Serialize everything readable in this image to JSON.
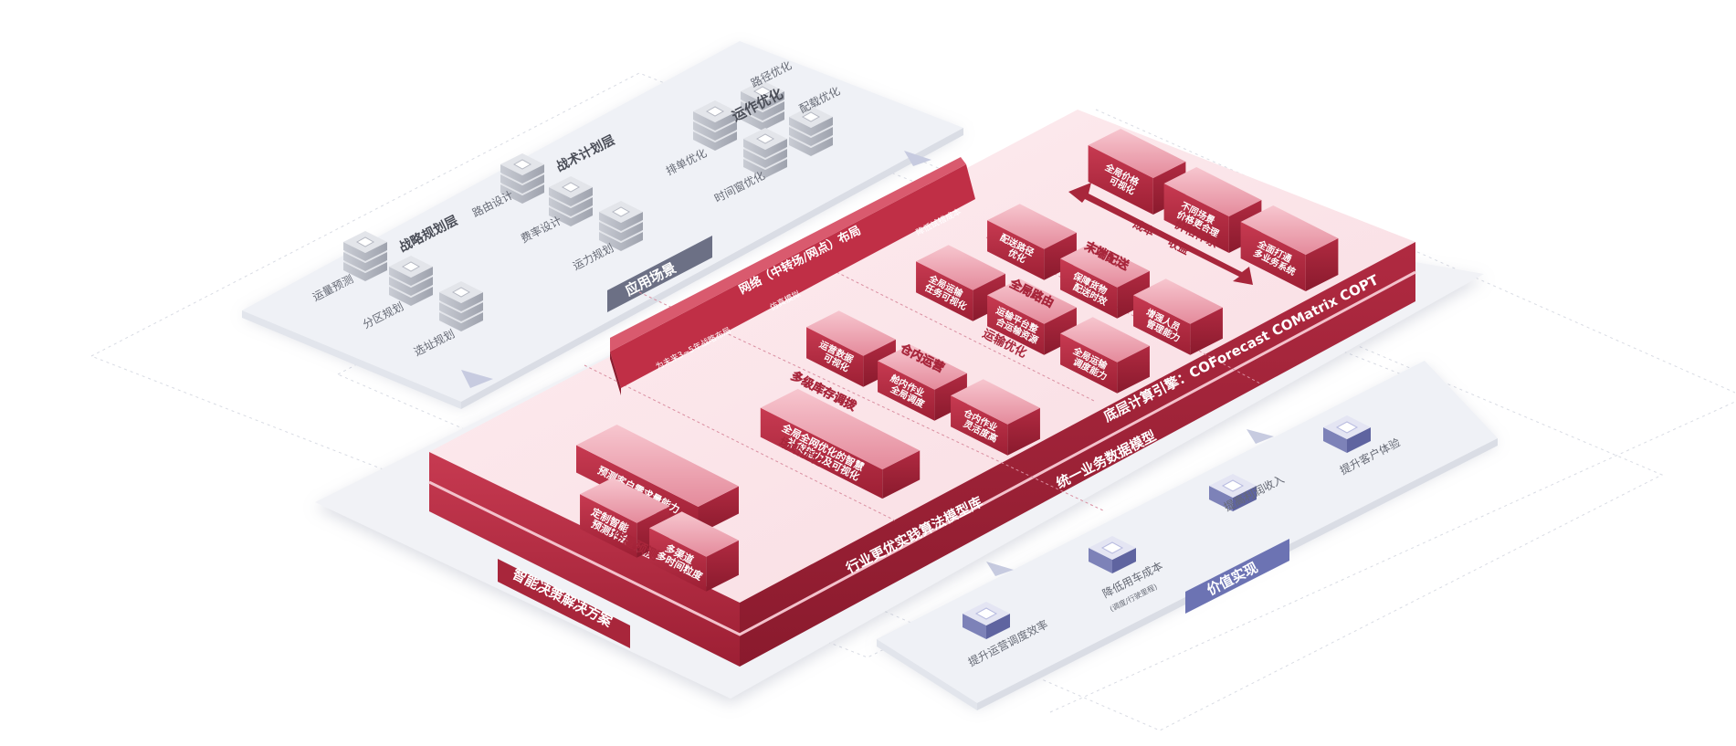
{
  "colors": {
    "red_dark": "#a8263b",
    "red_mid": "#c2354b",
    "red_light": "#e8a5b1",
    "pink_panel": "#fbe4e8",
    "grey_panel": "#eef0f5",
    "grey_server": "#b9bcc6",
    "purple_box": "#8e93c4",
    "label_grey": "#666a75"
  },
  "scenario_panel": {
    "badge": "应用场景",
    "strategy_layer": {
      "title": "战略规划层",
      "items": [
        "运量预测",
        "分区规划",
        "选址规划"
      ]
    },
    "tactical_layer": {
      "title": "战术计划层",
      "items": [
        "路由设计",
        "费率设计",
        "运力规划"
      ]
    },
    "operation_layer": {
      "title": "运作优化",
      "items": [
        "路径优化",
        "配载优化",
        "排单优化",
        "时间窗优化"
      ]
    }
  },
  "solution": {
    "badge": "智能决策解决方案",
    "database_label": "行业更优实践算法模型库",
    "unified_data_label": "统一业务数据模型",
    "engine_label": "底层计算引擎：COForecast  COMatrix  COPT",
    "network_banner": {
      "title": "网络（中转场/网点）布局",
      "left": "为未来3~5年战略布局",
      "middle": "仿真模拟",
      "right": "降低试错成本"
    },
    "forecast": {
      "title": "件量预测",
      "main": "预测客户需求量能力",
      "left": [
        "定制智能",
        "预测算法"
      ],
      "right": [
        "多渠道",
        "多时间粒度"
      ]
    },
    "site": {
      "title": "场站优化",
      "inventory": {
        "title": "多级库存调拨",
        "lines": [
          "全局全网优化的智慧",
          "补货能力及可视化"
        ]
      },
      "warehouse": {
        "title": "仓内运营",
        "left": [
          "运营数据",
          "可视化"
        ],
        "middle": [
          "舱内作业",
          "全局调度"
        ],
        "right": [
          "仓内作业",
          "灵活度高"
        ]
      }
    },
    "transport": {
      "title": "运输优化",
      "global_route": {
        "title": "全局路由",
        "left": [
          "全局运输",
          "任务可视化"
        ],
        "middle": [
          "运输平台整",
          "合运输资源"
        ],
        "right": [
          "全局运输",
          "调度能力"
        ]
      },
      "last_mile": {
        "title": "末端配送",
        "left": [
          "配送路径",
          "优化"
        ],
        "middle": [
          "保障货物",
          "配送时效"
        ],
        "right": [
          "增强人员",
          "管理能力"
        ]
      }
    },
    "pricing": {
      "title": "价格体系",
      "arrow_left": "成本",
      "arrow_right": "收益",
      "items": [
        [
          "全局价格",
          "可视化"
        ],
        [
          "不同场景",
          "价格更合理"
        ],
        [
          "全面打通",
          "多业务系统"
        ]
      ]
    }
  },
  "value_panel": {
    "badge": "价值实现",
    "items": [
      {
        "label": "提升运营调度效率",
        "sub": ""
      },
      {
        "label": "降低用车成本",
        "sub": "(调度/行驶里程)"
      },
      {
        "label": "提高利润收入",
        "sub": ""
      },
      {
        "label": "提升客户体验",
        "sub": ""
      }
    ]
  }
}
